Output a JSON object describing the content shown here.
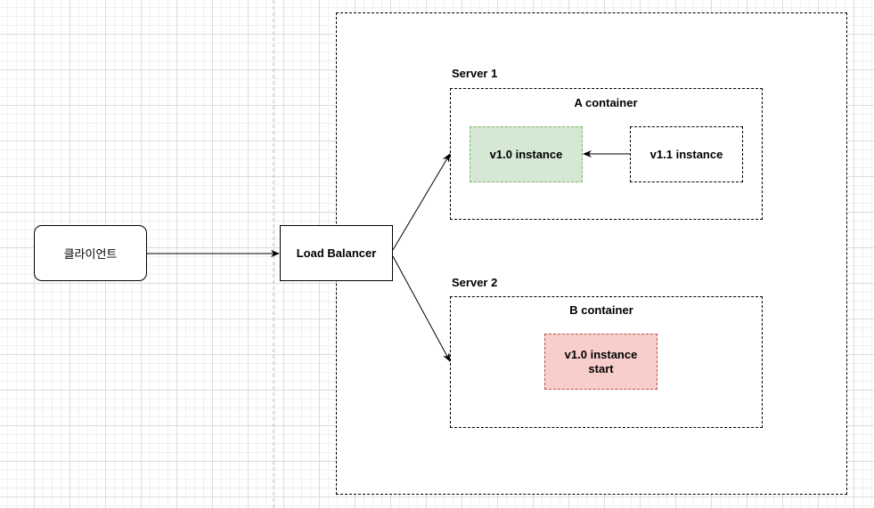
{
  "diagram": {
    "client": {
      "label": "클라이언트"
    },
    "load_balancer": {
      "label": "Load Balancer"
    },
    "server1": {
      "title": "Server 1",
      "container": {
        "title": "A container",
        "instance_current": {
          "label": "v1.0 instance",
          "fill": "#d5e8d4",
          "stroke": "#82b366"
        },
        "instance_new": {
          "label": "v1.1 instance"
        }
      }
    },
    "server2": {
      "title": "Server 2",
      "container": {
        "title": "B container",
        "instance": {
          "line1": "v1.0 instance",
          "line2": "start",
          "fill": "#f8cecc",
          "stroke": "#b85450"
        }
      }
    }
  }
}
